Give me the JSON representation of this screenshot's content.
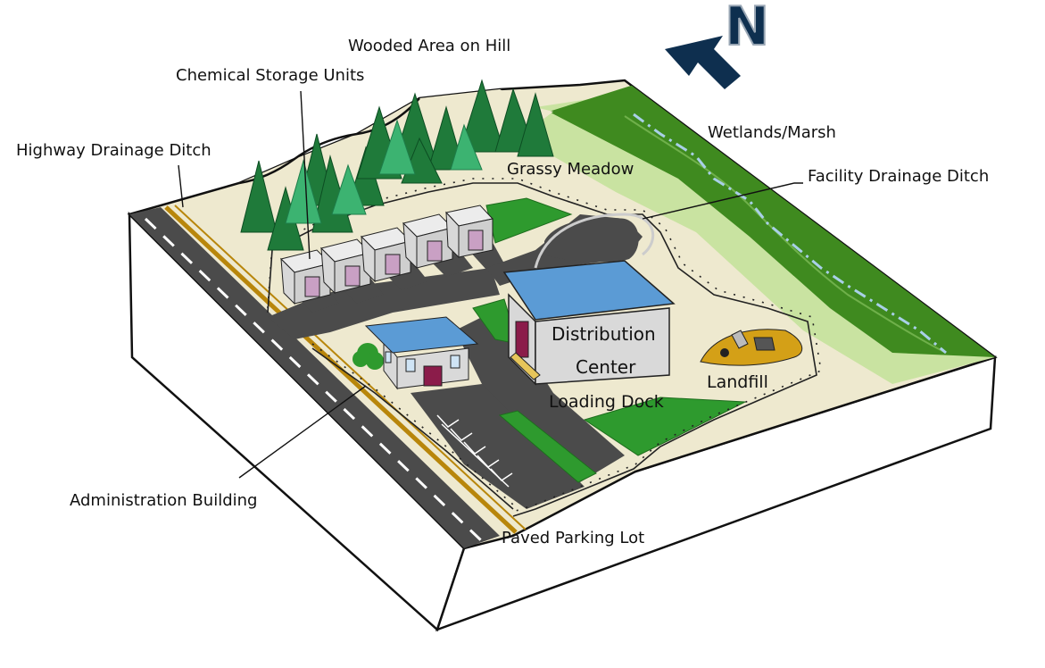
{
  "diagram": {
    "compass": {
      "letter": "N"
    },
    "labels": {
      "wooded_area": "Wooded Area on Hill",
      "chemical_storage": "Chemical Storage Units",
      "highway_ditch": "Highway Drainage Ditch",
      "wetlands": "Wetlands/Marsh",
      "grassy_meadow": "Grassy Meadow",
      "facility_ditch": "Facility Drainage Ditch",
      "distribution_line1": "Distribution",
      "distribution_line2": "Center",
      "loading_dock": "Loading Dock",
      "landfill": "Landfill",
      "admin_building": "Administration Building",
      "parking_lot": "Paved Parking Lot"
    },
    "colors": {
      "ground": "#eee9cf",
      "wetland": "#3f8a1f",
      "meadow": "#c9e3a1",
      "lawn": "#2e9a2e",
      "pavement": "#4b4b4b",
      "roof": "#5b9bd5",
      "door": "#c9a0c4",
      "compass": "#0e2f4f"
    }
  }
}
